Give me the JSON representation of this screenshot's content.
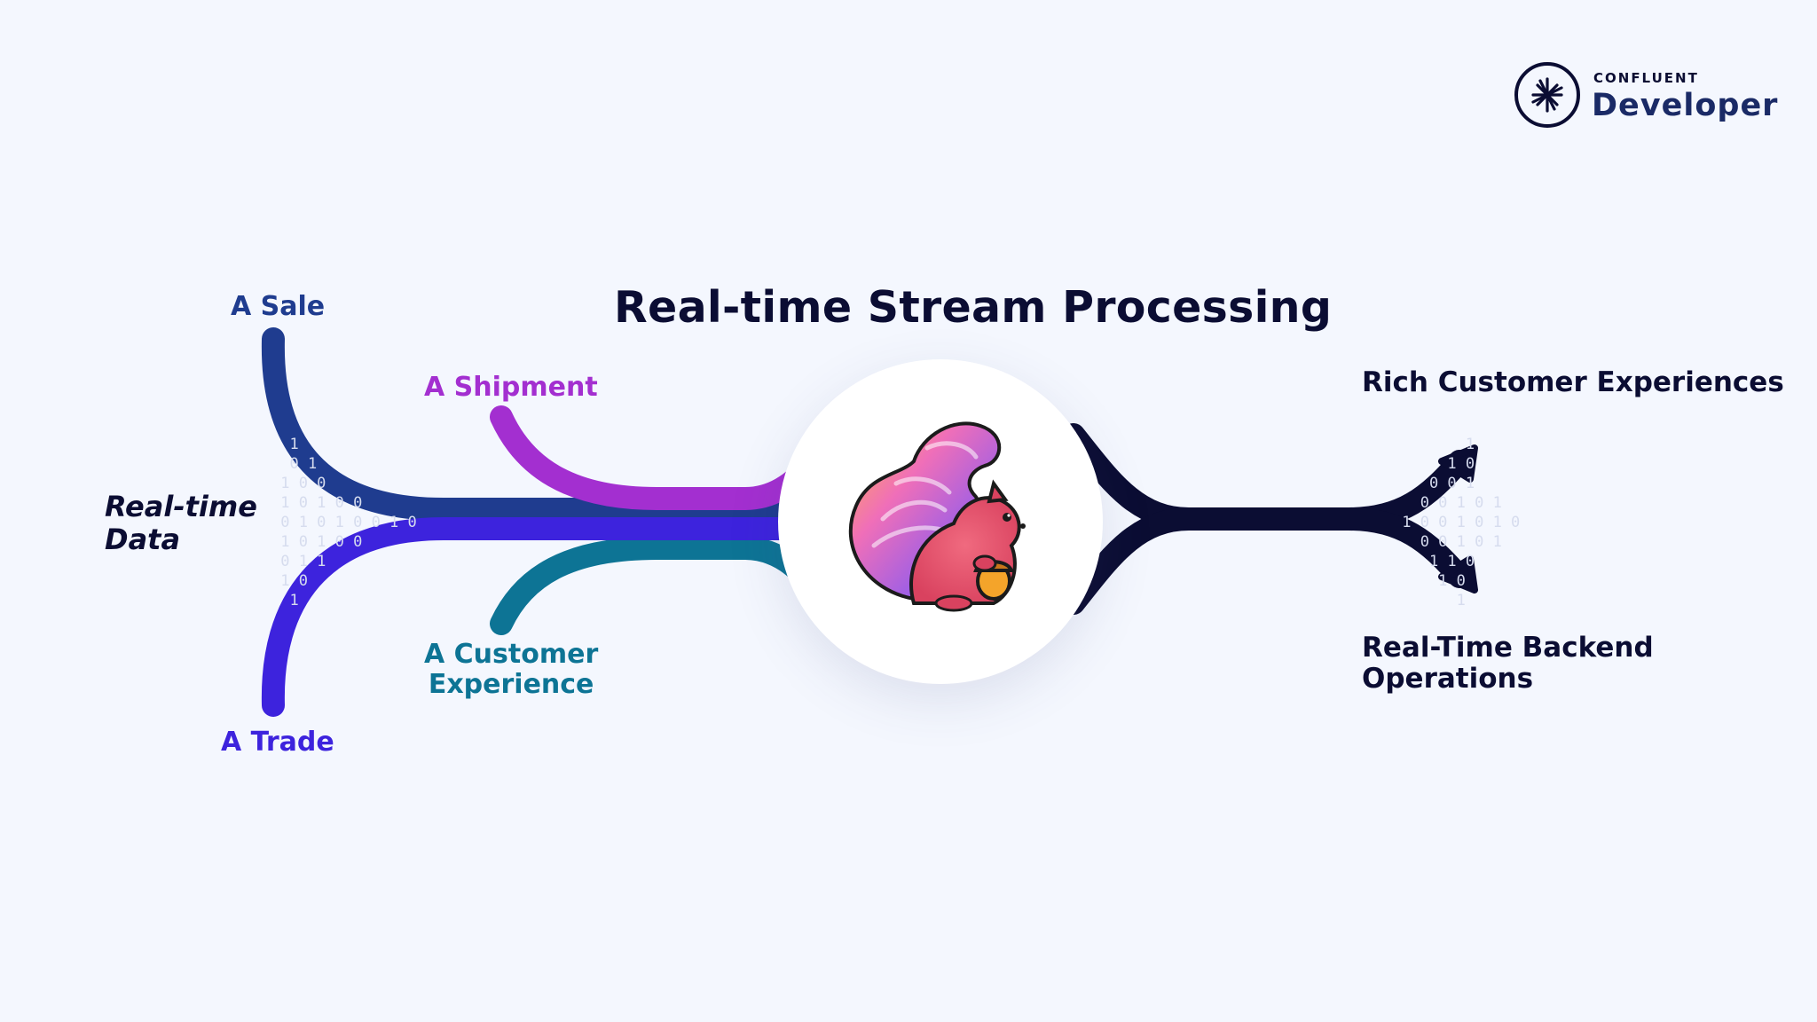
{
  "title": "Real-time Stream Processing",
  "brand": {
    "company": "CONFLUENT",
    "product": "Developer"
  },
  "inputs": {
    "sale": "A Sale",
    "shipment": "A Shipment",
    "customer_line1": "A Customer",
    "customer_line2": "Experience",
    "trade": "A Trade",
    "data_line1": "Real-time",
    "data_line2": "Data"
  },
  "outputs": {
    "rich": "Rich Customer Experiences",
    "backend_line1": "Real-Time Backend",
    "backend_line2": "Operations"
  },
  "colors": {
    "sale": "#1f3c8f",
    "shipment": "#a32fd0",
    "customer": "#0d7495",
    "trade": "#3d23dd",
    "output": "#0b0d33"
  }
}
